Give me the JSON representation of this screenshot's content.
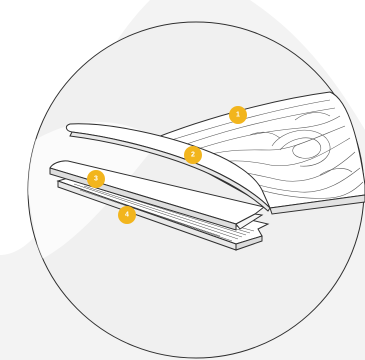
{
  "diagram": {
    "colors": {
      "background": "#f3f3f3",
      "light_shape": "#ffffff",
      "circle_fill": "#f0f0f0",
      "outline": "#2f2f2f",
      "badge": "#f2b51d"
    },
    "layers": [
      {
        "number": "1"
      },
      {
        "number": "2"
      },
      {
        "number": "3"
      },
      {
        "number": "4"
      }
    ]
  }
}
